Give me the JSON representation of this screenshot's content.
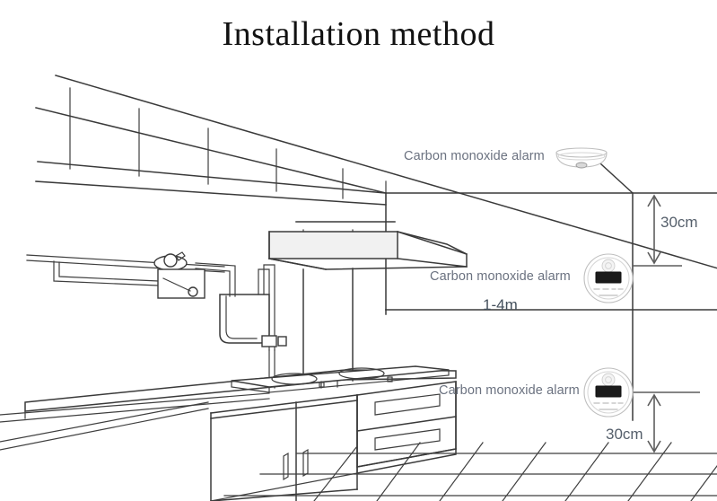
{
  "page": {
    "title": "Installation method",
    "background_color": "#ffffff",
    "line_color": "#3a3a3a",
    "label_color": "#6b7280",
    "dimension_color": "#555f6b"
  },
  "diagram": {
    "type": "installation-diagram",
    "scene": "kitchen-interior-line-drawing",
    "elements": [
      "sloped-ceiling-panels",
      "range-hood",
      "hood-duct",
      "gas-pipe",
      "gas-valve",
      "water-heater",
      "faucet",
      "countertop",
      "cabinet-doors",
      "drawer-unit",
      "gas-cooktop",
      "tiled-floor",
      "wall-corner"
    ]
  },
  "labels": {
    "ceiling_alarm": "Carbon monoxide alarm",
    "wall_alarm_upper": "Carbon monoxide alarm",
    "wall_alarm_lower": "Carbon monoxide alarm"
  },
  "dimensions": {
    "ceiling_to_upper_alarm": "30cm",
    "horizontal_spacing": "1-4m",
    "lower_alarm_to_floor": "30cm"
  },
  "devices": {
    "ceiling_detector": {
      "name": "ceiling-mounted-carbon-monoxide-alarm",
      "shape": "flat-dome-disc"
    },
    "wall_detector_upper": {
      "name": "wall-mounted-carbon-monoxide-alarm",
      "shape": "round-with-lcd-display"
    },
    "wall_detector_lower": {
      "name": "wall-mounted-carbon-monoxide-alarm",
      "shape": "round-with-lcd-display"
    }
  }
}
